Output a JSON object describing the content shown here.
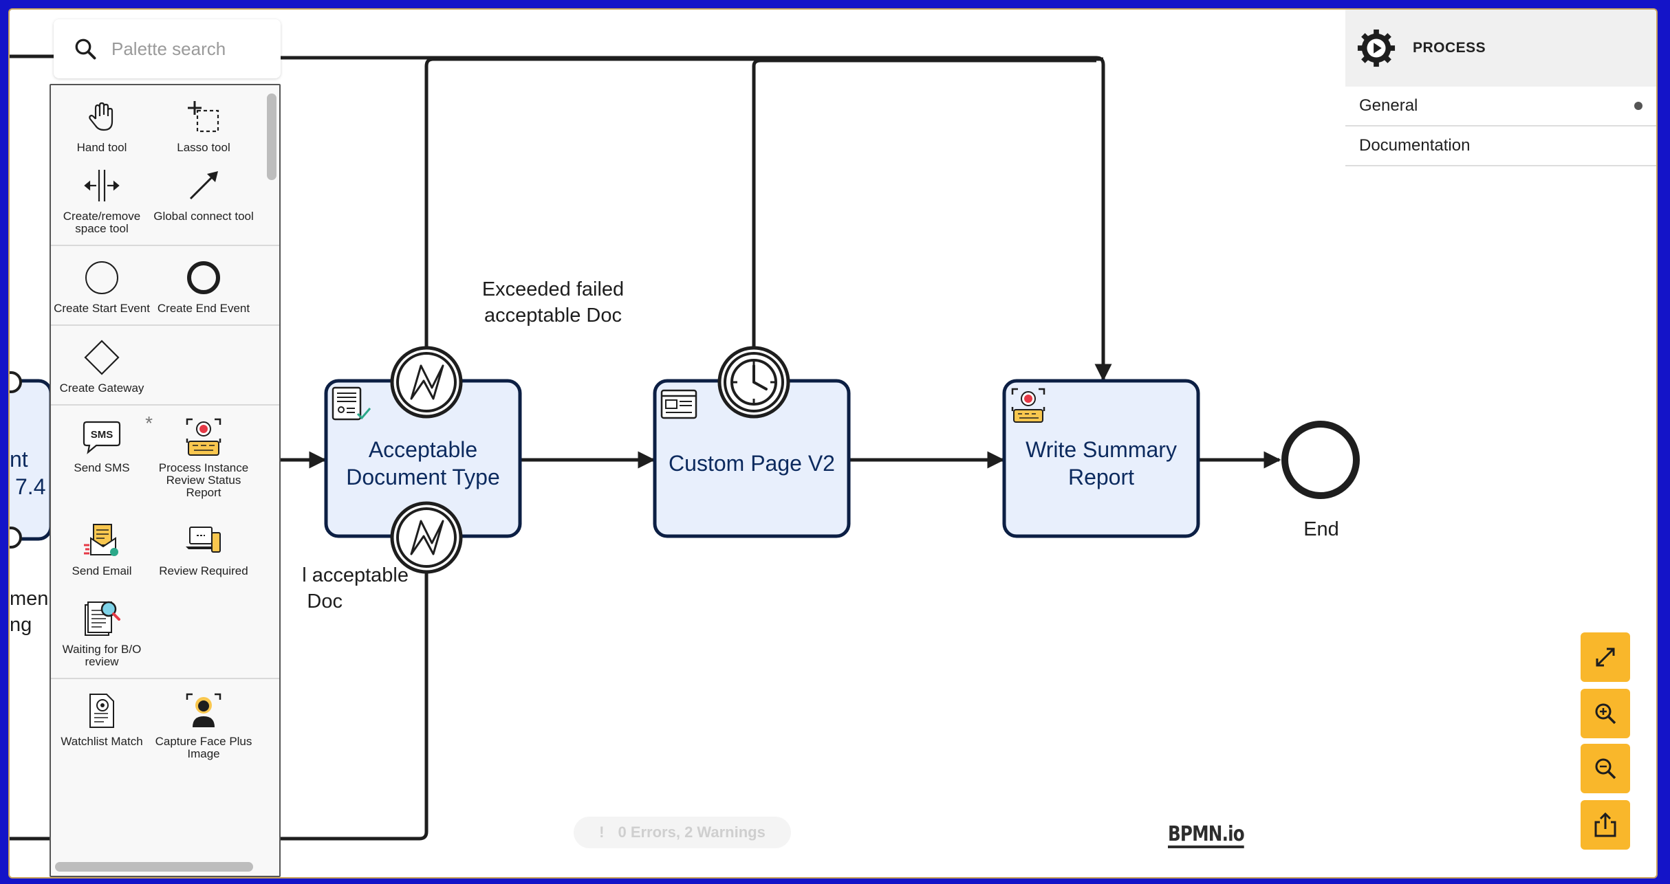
{
  "palette_search": {
    "placeholder": "Palette search",
    "icon": "search-icon"
  },
  "palette": {
    "groups": [
      [
        {
          "label": "Hand tool",
          "icon": "hand-icon"
        },
        {
          "label": "Lasso tool",
          "icon": "lasso-icon"
        }
      ],
      [
        {
          "label": "Create/remove space tool",
          "icon": "space-tool-icon"
        },
        {
          "label": "Global connect tool",
          "icon": "connect-arrow-icon"
        }
      ],
      [
        {
          "label": "Create Start Event",
          "icon": "start-event-icon"
        },
        {
          "label": "Create End Event",
          "icon": "end-event-icon"
        }
      ],
      [
        {
          "label": "Create Gateway",
          "icon": "gateway-icon"
        }
      ],
      [
        {
          "label": "Send SMS",
          "icon": "sms-icon",
          "starred": true
        },
        {
          "label": "Process Instance Review Status Report",
          "icon": "report-camera-icon"
        },
        {
          "label": "Send Email",
          "icon": "email-icon"
        },
        {
          "label": "Review Required",
          "icon": "laptop-review-icon"
        },
        {
          "label": "Waiting for B/O review",
          "icon": "document-search-icon"
        }
      ],
      [
        {
          "label": "Watchlist Match",
          "icon": "watchlist-icon"
        },
        {
          "label": "Capture Face Plus Image",
          "icon": "face-capture-icon"
        }
      ]
    ],
    "star": "*"
  },
  "properties_panel": {
    "title": "PROCESS",
    "icon": "gear-play-icon",
    "sections": [
      {
        "label": "General",
        "has_dot": true
      },
      {
        "label": "Documentation",
        "has_dot": false
      }
    ]
  },
  "diagram": {
    "tasks": [
      {
        "label": "Acceptable Document Type",
        "icon": "id-card-check-icon"
      },
      {
        "label": "Custom Page V2",
        "icon": "web-page-icon"
      },
      {
        "label": "Write Summary Report",
        "icon": "report-camera-icon"
      }
    ],
    "left_task_fragment_1": "nt",
    "left_task_fragment_2": "7.4",
    "end_event_label": "End",
    "boundary_label_top": "Exceeded failed acceptable Doc",
    "boundary_label_bottom_1": "l acceptable",
    "boundary_label_bottom_2": "Doc",
    "left_fragment_1": "men",
    "left_fragment_2": "ng"
  },
  "zoom_controls": [
    {
      "name": "fit-viewport-button",
      "icon": "expand-icon"
    },
    {
      "name": "zoom-in-button",
      "icon": "zoom-in-icon"
    },
    {
      "name": "zoom-out-button",
      "icon": "zoom-out-icon"
    },
    {
      "name": "export-button",
      "icon": "share-icon"
    }
  ],
  "linting": {
    "text": "0 Errors, 2 Warnings",
    "icon": "!"
  },
  "watermark": "BPMN.io",
  "colors": {
    "task_fill": "#e8effc",
    "task_stroke": "#0c1f44",
    "accent": "#f9b72b",
    "background": "#1414c8"
  }
}
